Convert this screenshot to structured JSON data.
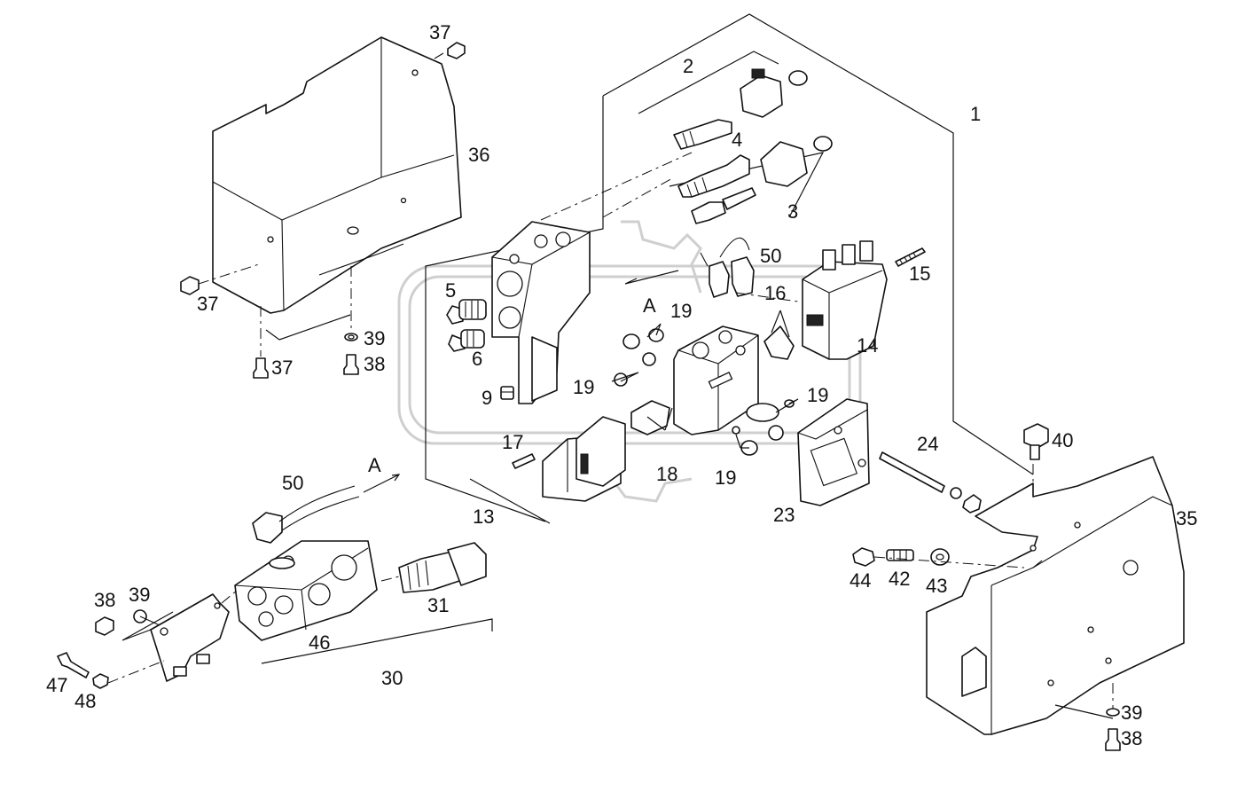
{
  "callouts": {
    "c1": "1",
    "c2": "2",
    "c3": "3",
    "c4": "4",
    "c5": "5",
    "c6": "6",
    "c9": "9",
    "c13": "13",
    "c14": "14",
    "c15": "15",
    "c16": "16",
    "c17": "17",
    "c18": "18",
    "c19a": "19",
    "c19b": "19",
    "c19c": "19",
    "c19d": "19",
    "c23": "23",
    "c24": "24",
    "c30": "30",
    "c31": "31",
    "c35": "35",
    "c36": "36",
    "c37a": "37",
    "c37b": "37",
    "c37c": "37",
    "c38a": "38",
    "c38b": "38",
    "c38c": "38",
    "c39a": "39",
    "c39b": "39",
    "c39c": "39",
    "c40": "40",
    "c42": "42",
    "c43": "43",
    "c44": "44",
    "c46": "46",
    "c47": "47",
    "c48": "48",
    "c50a": "50",
    "c50b": "50"
  },
  "view_markers": {
    "a1": "A",
    "a2": "A"
  },
  "colors": {
    "line": "#111111",
    "watermark": "#cfcfcf",
    "background": "#ffffff"
  }
}
